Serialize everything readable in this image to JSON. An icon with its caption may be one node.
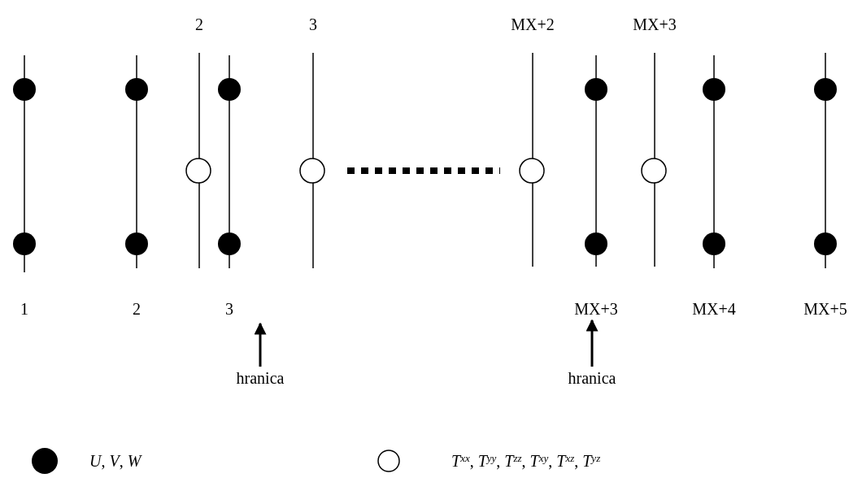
{
  "diagram": {
    "nodes": [
      {
        "text": [
          "3"
        ]
      },
      {
        "text": [
          "MX+3"
        ]
      },
      {
        "text": [
          "hranica"
        ]
      },
      {
        "text": [
          "hranica"
        ]
      }
    ],
    "edges": [
      {
        "from": 2,
        "to": 0,
        "arrow": "to"
      },
      {
        "from": 3,
        "to": 1,
        "arrow": "to"
      }
    ],
    "labels": [
      "2",
      "3",
      "MX+2",
      "MX+3",
      "1",
      "2",
      "MX+4",
      "MX+5"
    ],
    "legend": [
      {
        "text": "*U*, *V*, *W*"
      },
      {
        "text": "*T*$^{xx}$, *T*$^{yy}$, *T*$^{zz}$, *T*$^{xy}$, *T*$^{xz}$, *T*$^{yz}$"
      }
    ]
  }
}
